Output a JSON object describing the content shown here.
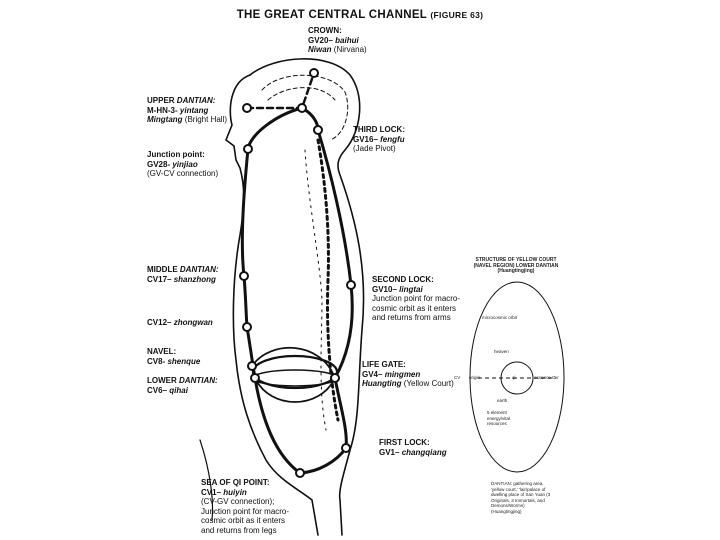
{
  "title": {
    "main": "THE GREAT CENTRAL CHANNEL",
    "figure": "(FIGURE 63)"
  },
  "labels": {
    "crown": {
      "heading": "CROWN:",
      "point": "GV20–",
      "name": "baihui",
      "alt": "Niwan",
      "alt_note": "(Nirvana)"
    },
    "upper_dantian": {
      "heading": "UPPER",
      "heading_it": "DANTIAN:",
      "point": "M-HN-3-",
      "name": "yintang",
      "alt": "Mingtang",
      "alt_note": "(Bright Hall)"
    },
    "junction": {
      "heading": "Junction point:",
      "point": "GV28-",
      "name": "yinjiao",
      "note": "(GV-CV connection)"
    },
    "third_lock": {
      "heading": "THIRD LOCK:",
      "point": "GV16–",
      "name": "fengfu",
      "note": "(Jade Pivot)"
    },
    "middle_dantian": {
      "heading": "MIDDLE",
      "heading_it": "DANTIAN:",
      "point": "CV17–",
      "name": "shanzhong"
    },
    "cv12": {
      "point": "CV12–",
      "name": "zhongwan"
    },
    "navel": {
      "heading": "NAVEL:",
      "point": "CV8-",
      "name": "shenque"
    },
    "lower_dantian": {
      "heading": "LOWER",
      "heading_it": "DANTIAN:",
      "point": "CV6–",
      "name": "qihai"
    },
    "second_lock": {
      "heading": "SECOND LOCK:",
      "point": "GV10–",
      "name": "lingtai",
      "note1": "Junction point for macro-",
      "note2": "cosmic orbit as it enters",
      "note3": "and returns from arms"
    },
    "life_gate": {
      "heading": "LIFE GATE:",
      "point": "GV4–",
      "name": "mingmen",
      "alt": "Huangting",
      "alt_note": "(Yellow Court)"
    },
    "first_lock": {
      "heading": "FIRST LOCK:",
      "point": "GV1–",
      "name": "changqiang"
    },
    "sea_of_qi": {
      "heading": "SEA OF QI POINT:",
      "point": "CV1–",
      "name": "huiyin",
      "note1": "(CV-GV connection);",
      "note2": "Junction point for macro-",
      "note3": "cosmic orbit as it enters",
      "note4": "and returns from legs"
    }
  },
  "yellow_court": {
    "title1": "STRUCTURE OF YELLOW COURT",
    "title2": "(NAVEL REGION) LOWER DANTIAN",
    "title3": "(Huangtingjing)",
    "top": "microcosmic orbit",
    "upper": "heaven",
    "left_outer": "CV",
    "left_inner": "origin",
    "center": "qi",
    "right_inner": "essence",
    "right_outer": "GV",
    "lower": "earth",
    "bottom1": "5 element",
    "bottom2": "energy/vital",
    "bottom3": "resources",
    "caption1": "DANTIAN: gathering area,",
    "caption2": "'yellow court,' 'lair/palace of",
    "caption3": "dwelling place of San Yuan (3",
    "caption4": "Originals, 3 Immortals, and",
    "caption5": "Demons/Worms)",
    "caption6": "(Huangtingjing)"
  }
}
